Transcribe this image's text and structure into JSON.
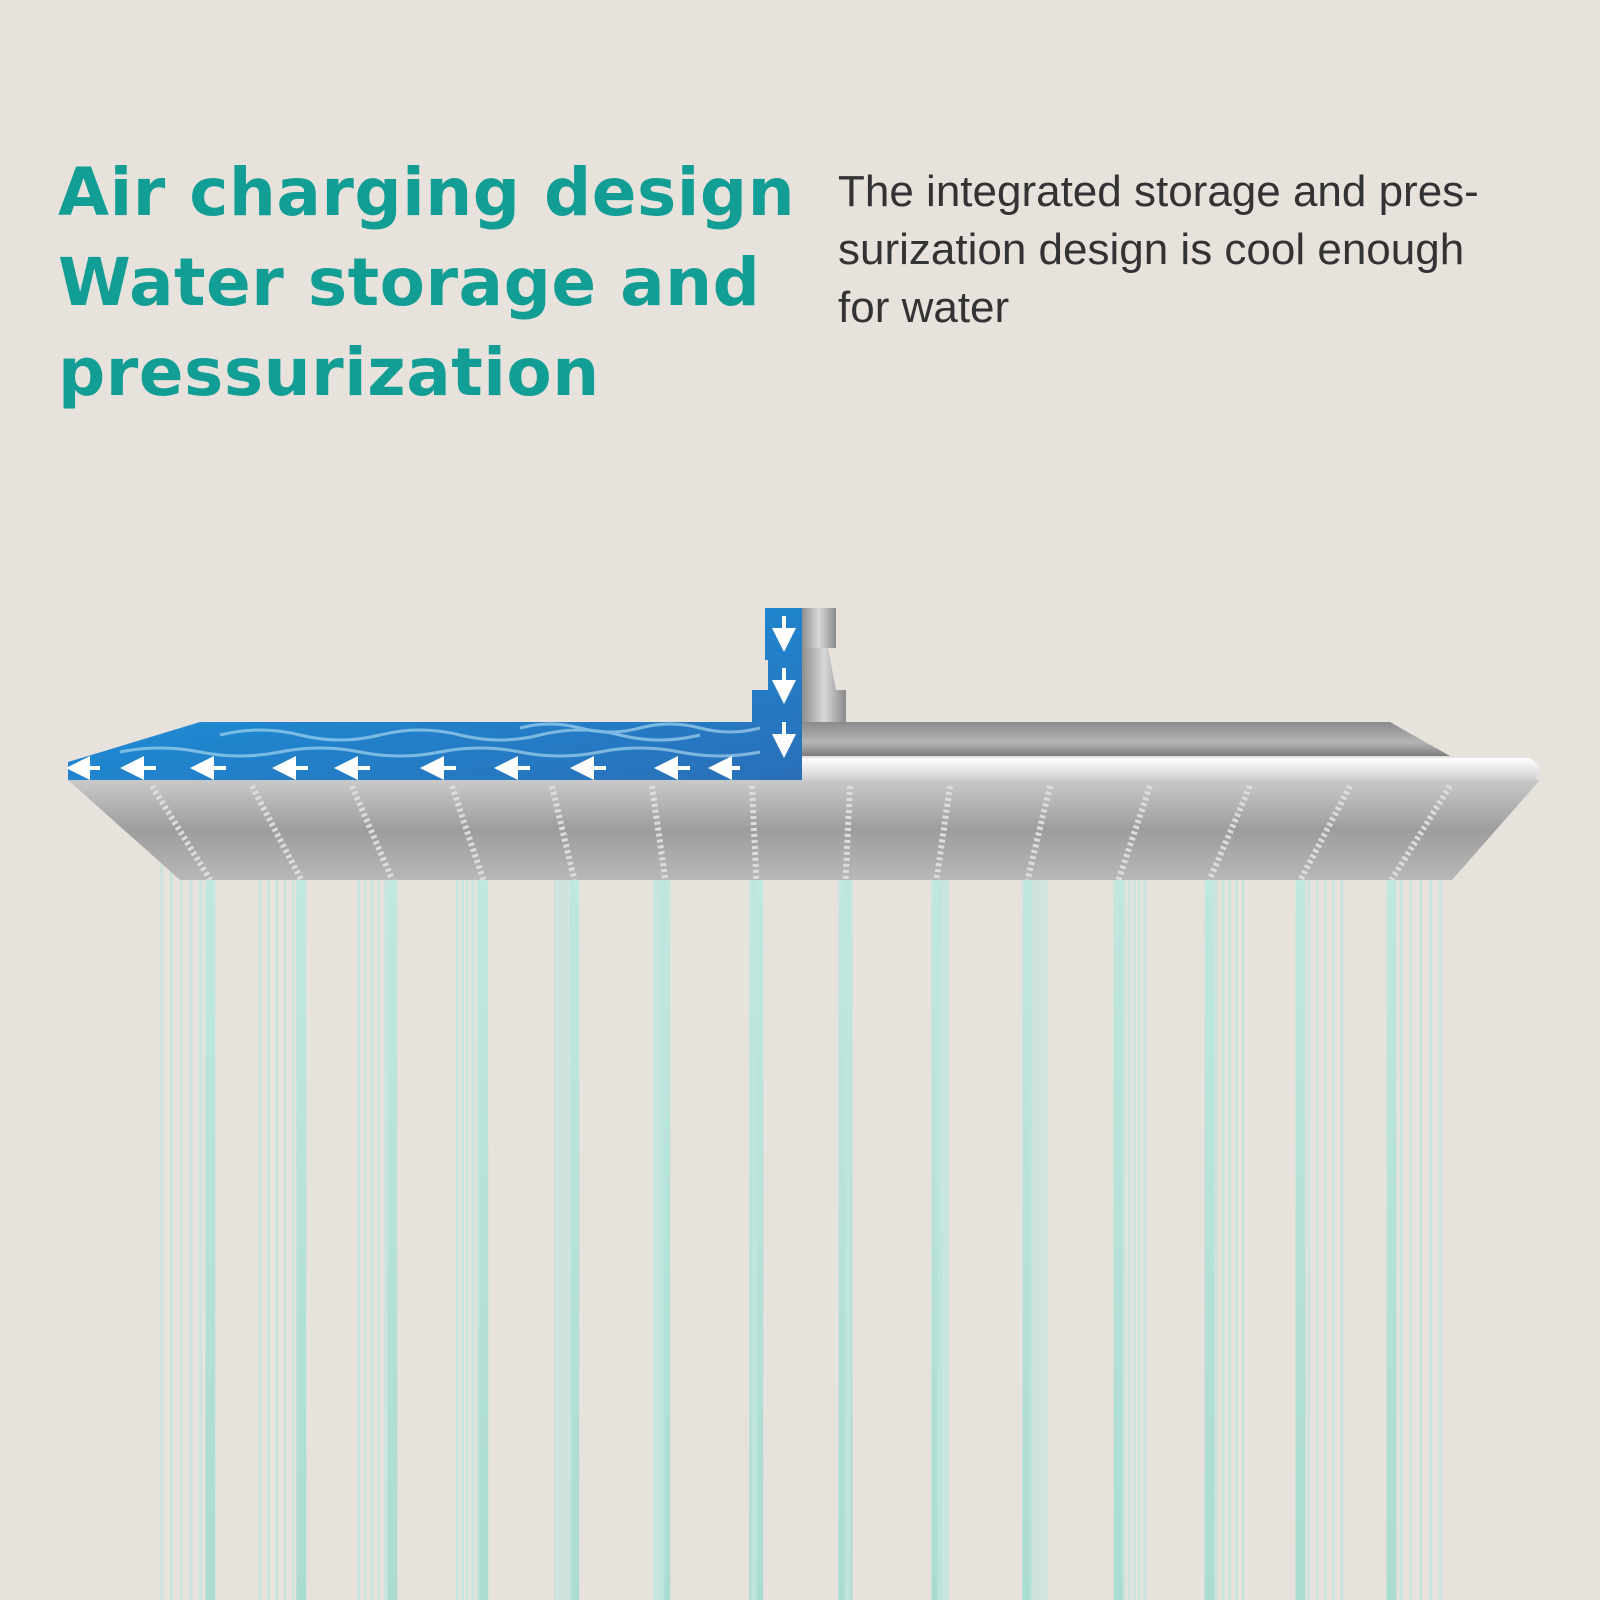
{
  "headline": {
    "line1": "Air charging design",
    "line2": "Water storage and",
    "line3": "pressurization"
  },
  "description": {
    "line1": "The integrated storage and pres-",
    "line2": "surization design is cool enough",
    "line3": "for water"
  },
  "colors": {
    "background": "#e8e2dc",
    "headline": "#139e95",
    "description": "#333333",
    "water_cross_section": "#1f86cf",
    "water_streams": "#a8ddd3",
    "steel": "#a3a3a3"
  },
  "illustration": {
    "subject": "square rainfall shower head with cut-away showing water flow",
    "flow_arrows": "white arrows pointing down the inlet then left across the chamber"
  }
}
